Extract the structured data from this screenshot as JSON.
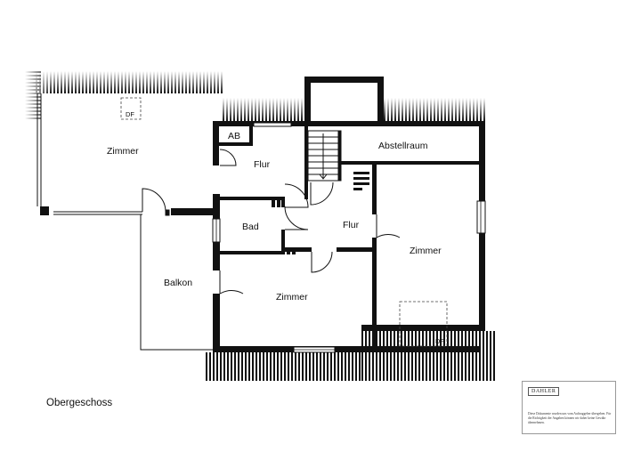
{
  "rooms": {
    "zimmer_west": "Zimmer",
    "ab": "AB",
    "flur_north": "Flur",
    "abstellraum": "Abstellraum",
    "bad": "Bad",
    "flur_center": "Flur",
    "zimmer_east": "Zimmer",
    "balkon": "Balkon",
    "zimmer_south": "Zimmer"
  },
  "dachfenster": {
    "west": "DF",
    "east": "DF"
  },
  "floor_title": "Obergeschoss",
  "stamp": {
    "logo": "DAHLER",
    "note": "Diese Dokumente wurden uns vom Auftraggeber übergeben. Für die Richtigkeit der Angaben können wir daher keine Gewähr übernehmen."
  }
}
